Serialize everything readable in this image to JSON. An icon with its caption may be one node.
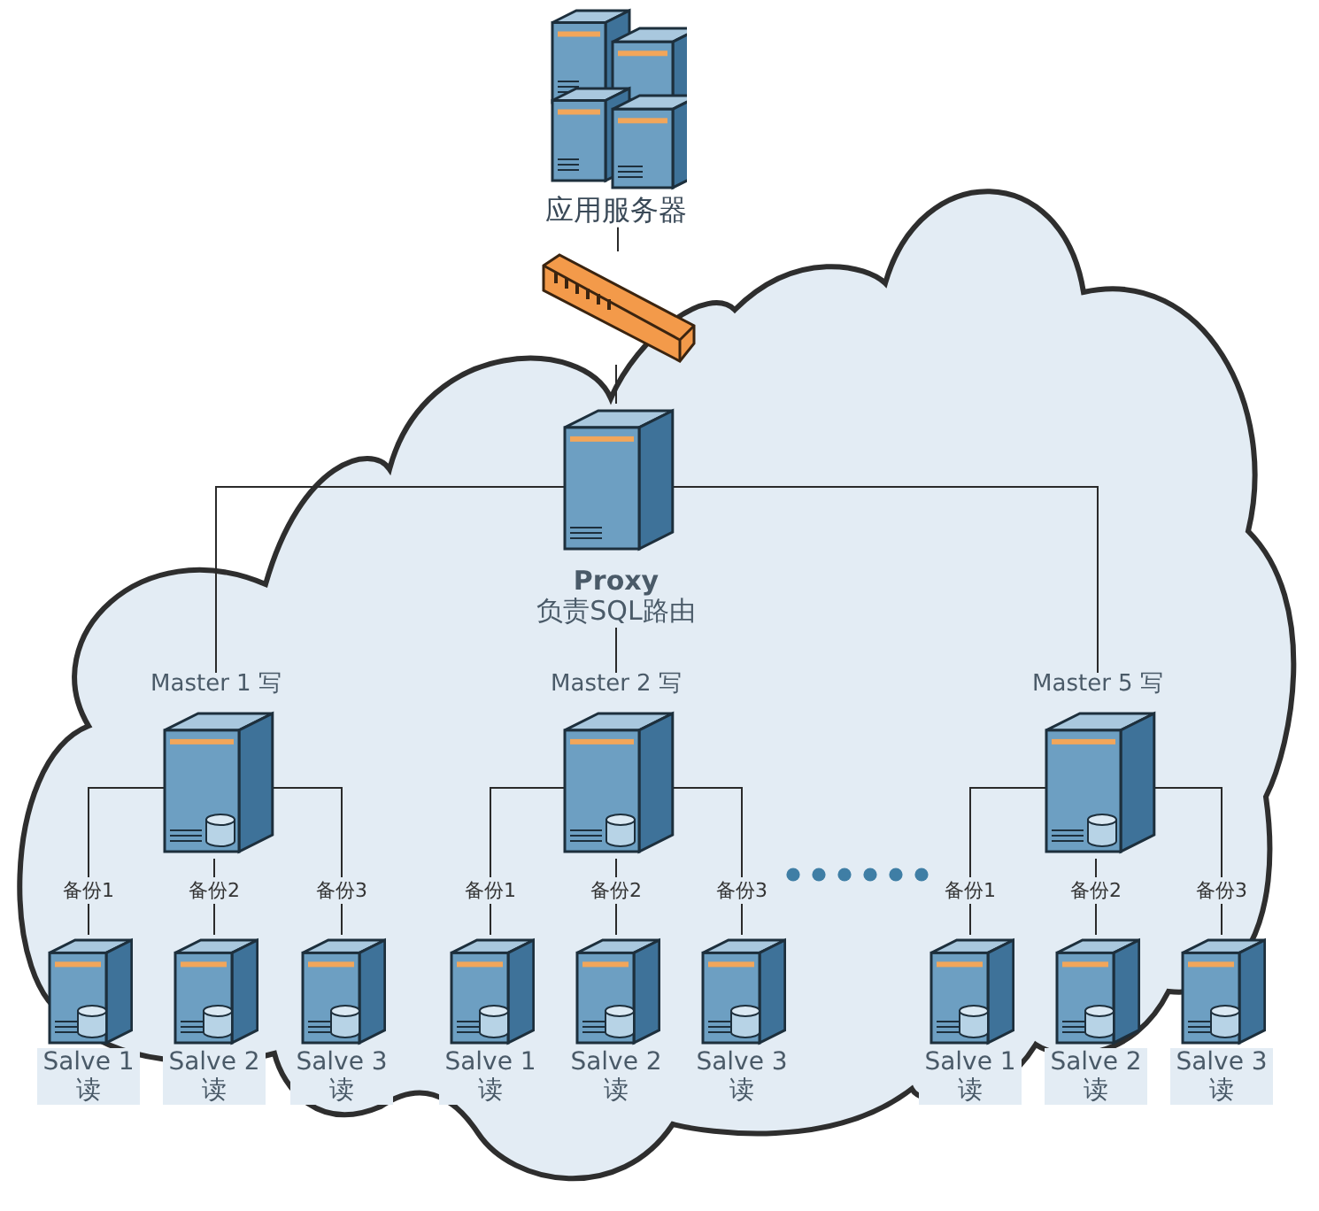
{
  "diagram": {
    "nodes": [
      {
        "text": [
          "应用服务器"
        ]
      },
      {
        "text": [],
        "shape": "picture"
      },
      {
        "text": [
          "Proxy",
          "负责SQL路由"
        ]
      },
      {
        "text": [
          "Master 1 写"
        ]
      },
      {
        "text": [
          "Master 2 写"
        ]
      },
      {
        "text": [
          "Master 5 写"
        ]
      },
      {
        "text": [
          "Salve 1 读"
        ]
      },
      {
        "text": [
          "Salve 2 读"
        ]
      },
      {
        "text": [
          "Salve 3 读"
        ]
      },
      {
        "text": [
          "Salve 1 读"
        ]
      },
      {
        "text": [
          "Salve 2 读"
        ]
      },
      {
        "text": [
          "Salve 3 读"
        ]
      },
      {
        "text": [
          "Salve 1 读"
        ]
      },
      {
        "text": [
          "Salve 2 读"
        ]
      },
      {
        "text": [
          "Salve 3 读"
        ]
      }
    ],
    "edges": [
      {
        "from": 0,
        "to": 1,
        "arrow": "none"
      },
      {
        "from": 1,
        "to": 2,
        "arrow": "none"
      },
      {
        "from": 2,
        "to": 3,
        "arrow": "none"
      },
      {
        "from": 2,
        "to": 4,
        "arrow": "none"
      },
      {
        "from": 2,
        "to": 5,
        "arrow": "none"
      },
      {
        "from": 3,
        "to": 6,
        "arrow": "none",
        "label": "备份1"
      },
      {
        "from": 3,
        "to": 7,
        "arrow": "none",
        "label": "备份2"
      },
      {
        "from": 3,
        "to": 8,
        "arrow": "none",
        "label": "备份3"
      },
      {
        "from": 4,
        "to": 9,
        "arrow": "none",
        "label": "备份1"
      },
      {
        "from": 4,
        "to": 10,
        "arrow": "none",
        "label": "备份2"
      },
      {
        "from": 4,
        "to": 11,
        "arrow": "none",
        "label": "备份3"
      },
      {
        "from": 5,
        "to": 12,
        "arrow": "none",
        "label": "备份1"
      },
      {
        "from": 5,
        "to": 13,
        "arrow": "none",
        "label": "备份2"
      },
      {
        "from": 5,
        "to": 14,
        "arrow": "none",
        "label": "备份3"
      }
    ]
  }
}
